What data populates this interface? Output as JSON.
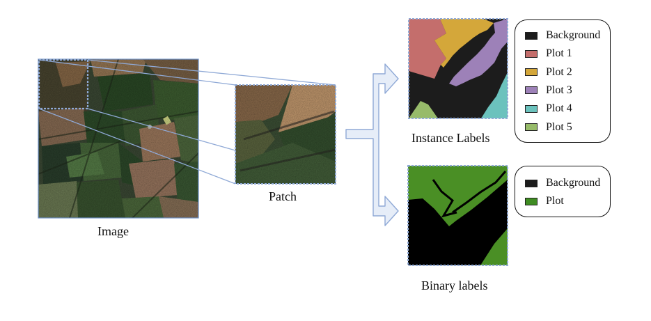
{
  "captions": {
    "image": "Image",
    "patch": "Patch",
    "instance": "Instance Labels",
    "binary": "Binary labels"
  },
  "instance_legend": [
    {
      "label": "Background",
      "color": "#1c1c1c"
    },
    {
      "label": "Plot 1",
      "color": "#c46e6c"
    },
    {
      "label": "Plot 2",
      "color": "#d4a73a"
    },
    {
      "label": "Plot 3",
      "color": "#9d81b8"
    },
    {
      "label": "Plot 4",
      "color": "#6bc2bd"
    },
    {
      "label": "Plot 5",
      "color": "#97bb6a"
    }
  ],
  "binary_legend": [
    {
      "label": "Background",
      "color": "#1c1c1c"
    },
    {
      "label": "Plot",
      "color": "#3f8c22"
    }
  ],
  "colors": {
    "accent_blue": "#8fa9d6",
    "arrow_fill": "#e5ecf7",
    "binary_plot": "#4a8f25",
    "binary_background": "#000000"
  }
}
